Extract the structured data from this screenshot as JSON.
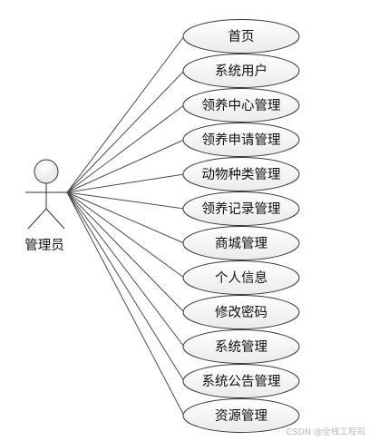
{
  "actor": {
    "label": "管理员"
  },
  "use_cases": [
    "首页",
    "系统用户",
    "领养中心管理",
    "领养申请管理",
    "动物种类管理",
    "领养记录管理",
    "商城管理",
    "个人信息",
    "修改密码",
    "系统管理",
    "系统公告管理",
    "资源管理"
  ],
  "watermark": "CSDN @全栈工程司"
}
